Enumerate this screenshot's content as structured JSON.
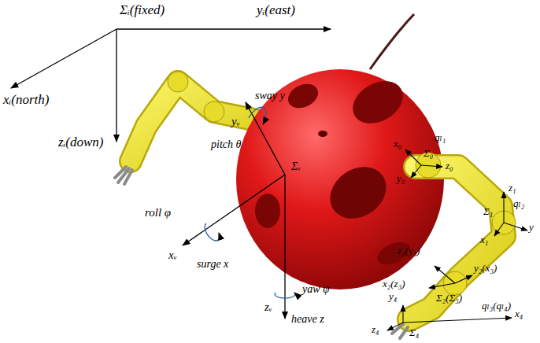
{
  "diagram": {
    "labels": [
      "Σᵢ(fixed)",
      "yᵢ(east)",
      "xᵢ(north)",
      "zᵢ(down)",
      "sway y",
      "yᵥ",
      "pitch θ",
      "Σᵥ",
      "roll φ",
      "xᵥ",
      "surge x",
      "yaw ψ",
      "zᵥ",
      "heave z",
      "qₗ₁",
      "x₀",
      "Σ₀",
      "z₀",
      "y₀",
      "z₁",
      "qₗ₂",
      "Σ₁",
      "x₁",
      "y",
      "z₂(y₃)",
      "x₂(z₃)",
      "y₂(x₃)",
      "Σ₂(Σ₃)",
      "qₗ₃(qₗ₄)",
      "y₄",
      "z₄",
      "Σ₄",
      "x₄"
    ]
  }
}
